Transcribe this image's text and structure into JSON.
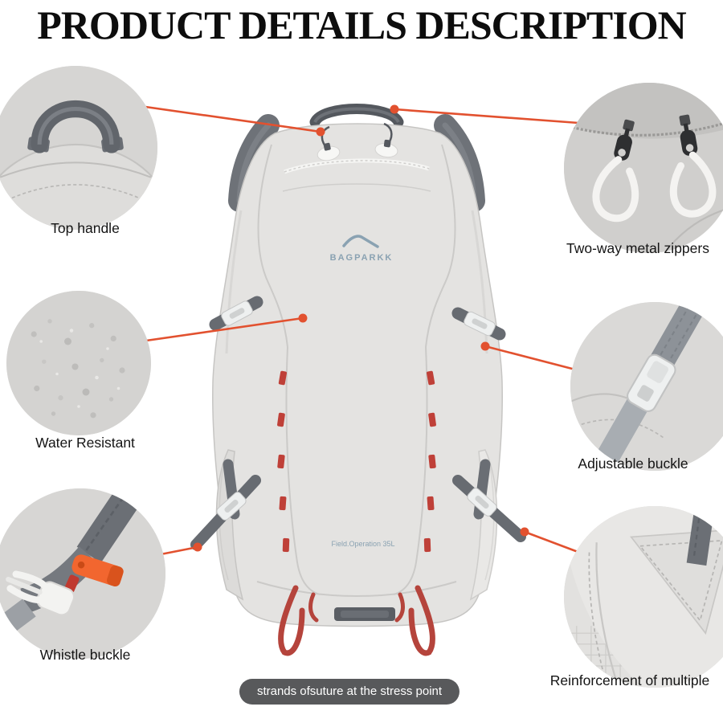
{
  "title": "PRODUCT DETAILS DESCRIPTION",
  "badge_text": "strands ofsuture at the stress point",
  "backpack": {
    "brand": "BAGPARKK",
    "model_text": "Field.Operation 35L"
  },
  "colors": {
    "accent": "#e2512f",
    "badge_bg": "#58595b",
    "bag_body": "#e4e3e1",
    "strap_gray": "#6e7278",
    "detail_red": "#bf4038",
    "whistle_orange": "#f2662f",
    "logo_blue": "#8aa2b2"
  },
  "callouts": [
    {
      "id": "top-handle",
      "label": "Top handle"
    },
    {
      "id": "two-way-metal-zippers",
      "label": "Two-way metal zippers"
    },
    {
      "id": "water-resistant",
      "label": "Water Resistant"
    },
    {
      "id": "adjustable-buckle",
      "label": "Adjustable buckle"
    },
    {
      "id": "whistle-buckle",
      "label": "Whistle buckle"
    },
    {
      "id": "reinforcement",
      "label": "Reinforcement of multiple"
    }
  ]
}
